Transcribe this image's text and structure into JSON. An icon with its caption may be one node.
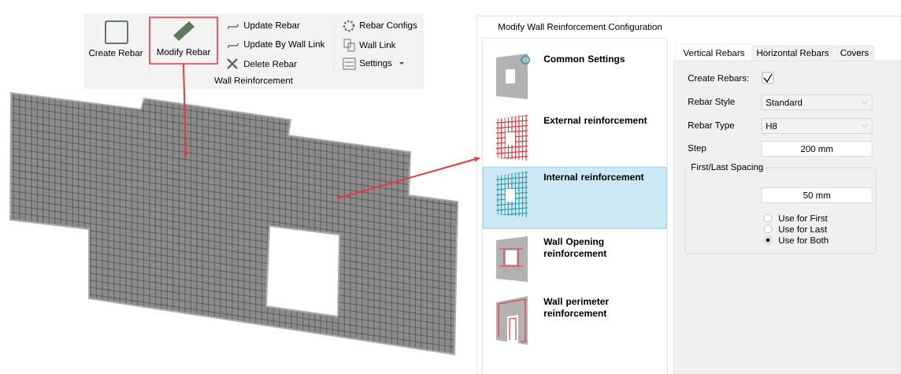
{
  "diagram": {
    "nodes": [
      {
        "text": [
          "Modify Rebar"
        ]
      },
      {
        "text": [],
        "shape": "picture"
      },
      {
        "text": [
          "Modify Wall Reinforcement Configuration"
        ]
      },
      {
        "text": [],
        "shape": "box",
        "in": 2
      },
      {
        "text": [
          "Common Settings"
        ],
        "in": 3
      },
      {
        "text": [
          "External reinforcement"
        ],
        "in": 3
      },
      {
        "text": [
          "Internal reinforcement"
        ],
        "in": 3
      },
      {
        "text": [
          "Wall Opening reinforcement"
        ],
        "in": 3
      },
      {
        "text": [
          "Wall perimeter reinforcement"
        ],
        "in": 3
      }
    ],
    "edges": [
      {
        "from": 0,
        "to": 1,
        "arrow": "to"
      },
      {
        "from": 1,
        "to": 3,
        "arrow": "to"
      }
    ],
    "labels": [
      "Create Rebar",
      "Update Rebar",
      "Update By Wall Link",
      "Delete Rebar",
      "Rebar Configs",
      "Wall Link",
      "Settings",
      "Wall Reinforcement",
      "Vertical Rebars",
      "Horizontal Rebars",
      "Covers",
      "Create Rebars:",
      "Rebar Style",
      "Standard",
      "Rebar Type",
      "H8",
      "Step",
      "200 mm",
      "First/Last Spacing",
      "50 mm",
      "Use for First",
      "Use for Last",
      "Use for Both"
    ]
  }
}
